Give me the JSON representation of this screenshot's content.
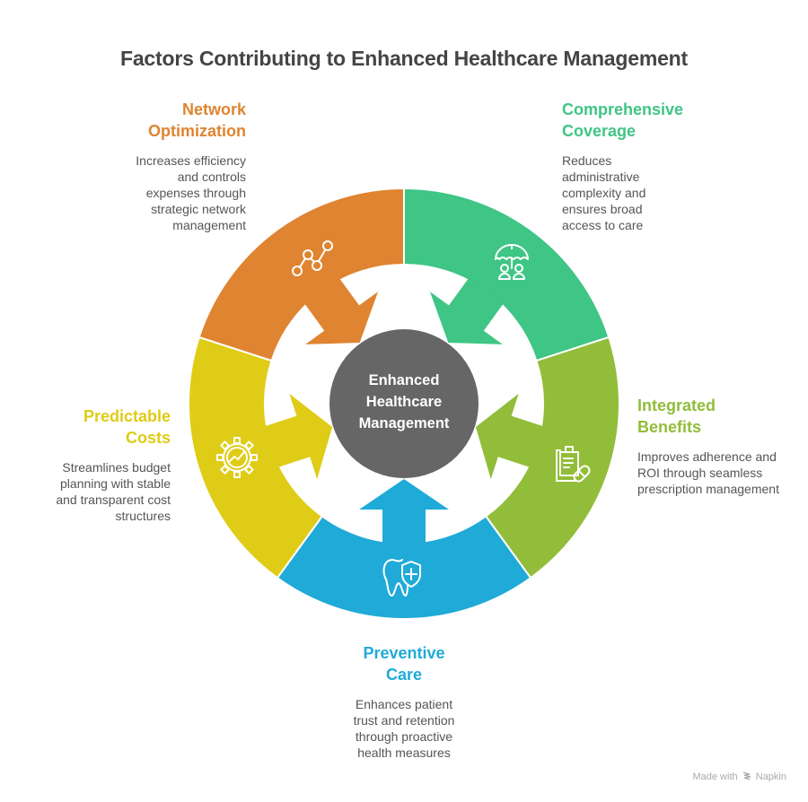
{
  "title": "Factors Contributing to Enhanced Healthcare Management",
  "center": {
    "line1": "Enhanced",
    "line2": "Healthcare",
    "line3": "Management",
    "color": "#666666"
  },
  "factors": [
    {
      "id": "comprehensive-coverage",
      "title_line1": "Comprehensive",
      "title_line2": "Coverage",
      "description": "Reduces administrative complexity and ensures broad access to care",
      "color": "#3fc585",
      "icon": "umbrella-people-icon"
    },
    {
      "id": "integrated-benefits",
      "title_line1": "Integrated",
      "title_line2": "Benefits",
      "description": "Improves adherence and ROI through seamless prescription management",
      "color": "#92bd3a",
      "icon": "clipboard-pill-icon"
    },
    {
      "id": "preventive-care",
      "title_line1": "Preventive",
      "title_line2": "Care",
      "description": "Enhances patient trust and retention through proactive health measures",
      "color": "#20aad8",
      "icon": "tooth-shield-icon"
    },
    {
      "id": "predictable-costs",
      "title_line1": "Predictable",
      "title_line2": "Costs",
      "description": "Streamlines budget planning with stable and transparent cost structures",
      "color": "#dfcc17",
      "icon": "gear-chart-icon"
    },
    {
      "id": "network-optimization",
      "title_line1": "Network",
      "title_line2": "Optimization",
      "description": "Increases efficiency and controls expenses through strategic network management",
      "color": "#df8431",
      "icon": "network-graph-icon"
    }
  ],
  "footer": {
    "made_with": "Made with",
    "brand": "Napkin"
  }
}
